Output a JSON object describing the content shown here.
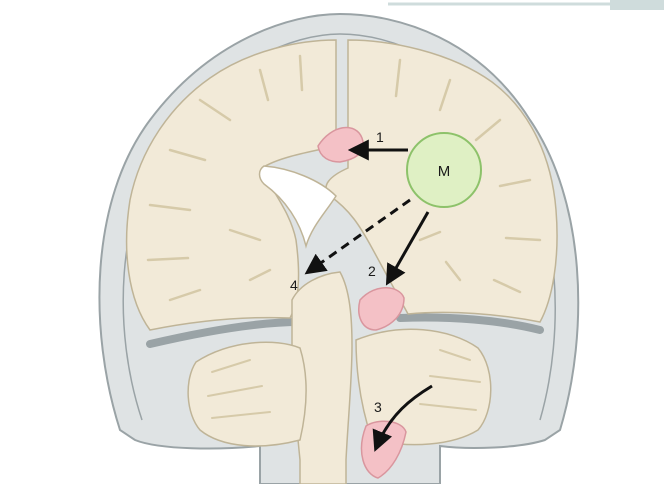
{
  "diagram": {
    "mass_label": "M",
    "herniation_labels": [
      "1",
      "2",
      "3",
      "4"
    ]
  },
  "colors": {
    "skull": "#dfe3e4",
    "skull_outline": "#9aa3a6",
    "brain": "#f2ead8",
    "brain_outline": "#bfb497",
    "ventricle": "#ffffff",
    "herniation": "#f4c1c6",
    "mass_fill": "#dff0c4",
    "mass_outline": "#8dc26a",
    "arrow": "#111111",
    "header_bar": "#cfdcdc"
  }
}
